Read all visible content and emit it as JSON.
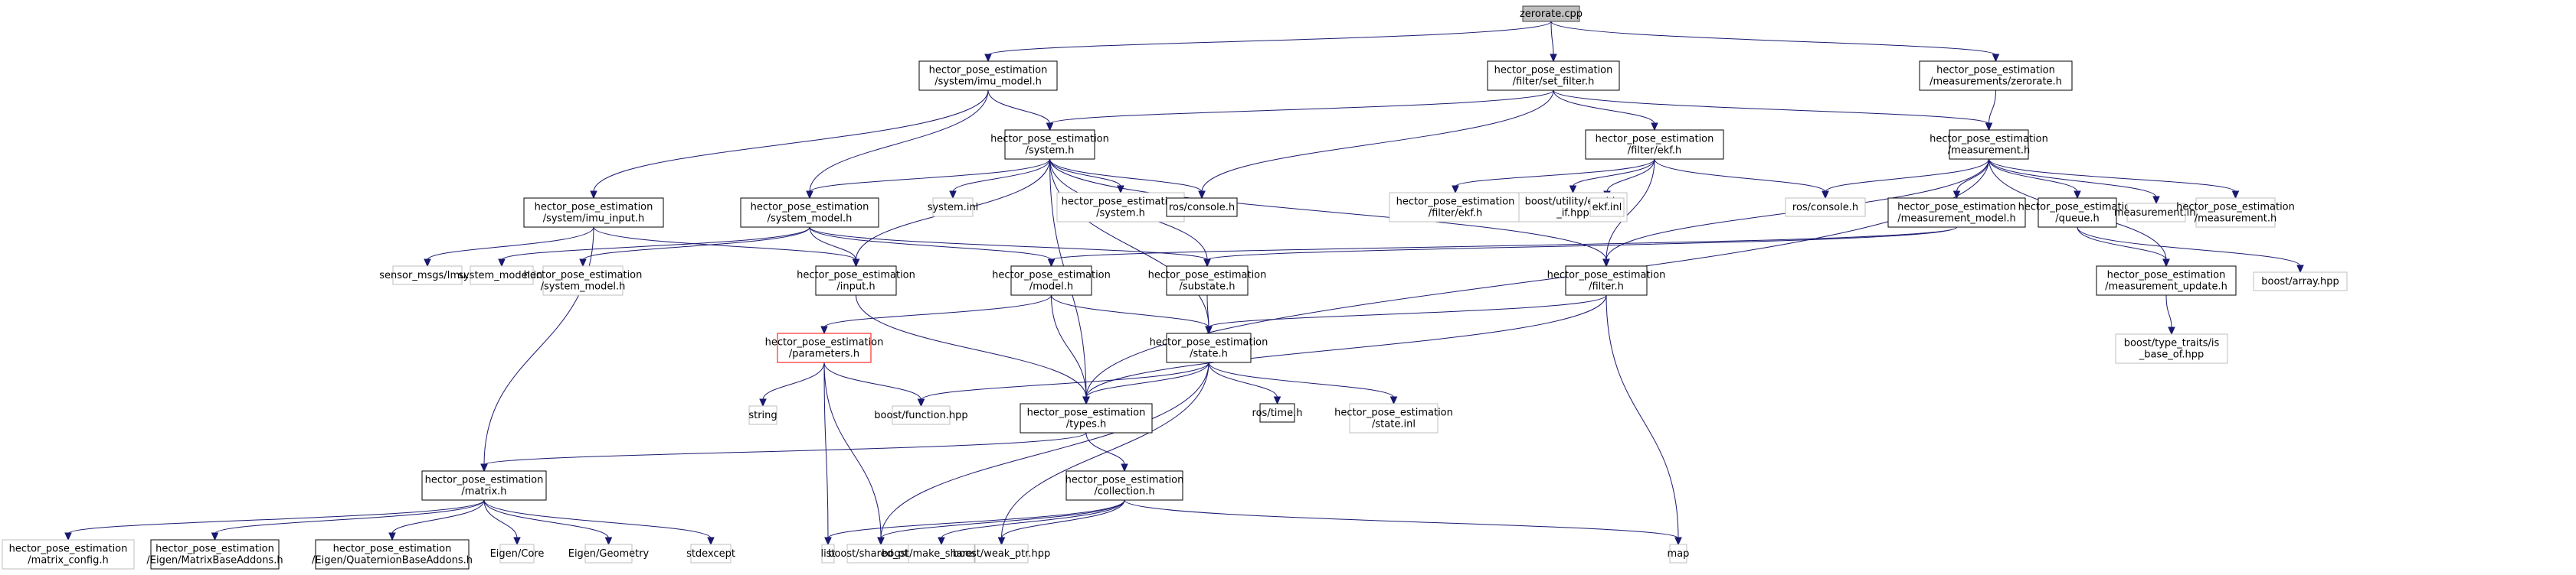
{
  "title": "zerorate.cpp include dependency graph",
  "colors": {
    "edge": "#191970",
    "root_fill": "#bfbfbf",
    "root_border": "#404040",
    "documented_border": "#000000",
    "undocumented_border": "#bfbfbf",
    "truncated_border": "#ff0000"
  },
  "nodes": [
    {
      "id": "zerorate_cpp",
      "lines": [
        "zerorate.cpp"
      ],
      "kind": "root"
    },
    {
      "id": "imu_model_h",
      "lines": [
        "hector_pose_estimation",
        "/system/imu_model.h"
      ],
      "kind": "documented"
    },
    {
      "id": "set_filter_h",
      "lines": [
        "hector_pose_estimation",
        "/filter/set_filter.h"
      ],
      "kind": "documented"
    },
    {
      "id": "meas_zerorate_h",
      "lines": [
        "hector_pose_estimation",
        "/measurements/zerorate.h"
      ],
      "kind": "documented"
    },
    {
      "id": "system_h",
      "lines": [
        "hector_pose_estimation",
        "/system.h"
      ],
      "kind": "documented"
    },
    {
      "id": "ekf_h",
      "lines": [
        "hector_pose_estimation",
        "/filter/ekf.h"
      ],
      "kind": "documented"
    },
    {
      "id": "measurement_h",
      "lines": [
        "hector_pose_estimation",
        "/measurement.h"
      ],
      "kind": "documented"
    },
    {
      "id": "imu_input_h",
      "lines": [
        "hector_pose_estimation",
        "/system/imu_input.h"
      ],
      "kind": "documented"
    },
    {
      "id": "system_model_h",
      "lines": [
        "hector_pose_estimation",
        "/system_model.h"
      ],
      "kind": "documented"
    },
    {
      "id": "system_inl",
      "lines": [
        "system.inl"
      ],
      "kind": "undocumented"
    },
    {
      "id": "system_h_ext",
      "lines": [
        "hector_pose_estimation",
        "/system.h"
      ],
      "kind": "undocumented"
    },
    {
      "id": "ros_console_1",
      "lines": [
        "ros/console.h"
      ],
      "kind": "documented"
    },
    {
      "id": "filter_ekf_h_ext",
      "lines": [
        "hector_pose_estimation",
        "/filter/ekf.h"
      ],
      "kind": "undocumented"
    },
    {
      "id": "enable_if",
      "lines": [
        "boost/utility/enable",
        "_if.hpp"
      ],
      "kind": "undocumented"
    },
    {
      "id": "ekf_inl",
      "lines": [
        "ekf.inl"
      ],
      "kind": "undocumented"
    },
    {
      "id": "ros_console_2",
      "lines": [
        "ros/console.h"
      ],
      "kind": "undocumented"
    },
    {
      "id": "measurement_model_h",
      "lines": [
        "hector_pose_estimation",
        "/measurement_model.h"
      ],
      "kind": "documented"
    },
    {
      "id": "queue_h",
      "lines": [
        "hector_pose_estimation",
        "/queue.h"
      ],
      "kind": "documented"
    },
    {
      "id": "measurement_inl",
      "lines": [
        "measurement.inl"
      ],
      "kind": "undocumented"
    },
    {
      "id": "measurement_h_ext",
      "lines": [
        "hector_pose_estimation",
        "/measurement.h"
      ],
      "kind": "undocumented"
    },
    {
      "id": "sensor_msgs_imu",
      "lines": [
        "sensor_msgs/Imu.h"
      ],
      "kind": "undocumented"
    },
    {
      "id": "system_model_inl",
      "lines": [
        "system_model.inl"
      ],
      "kind": "undocumented"
    },
    {
      "id": "system_model_h_ext",
      "lines": [
        "hector_pose_estimation",
        "/system_model.h"
      ],
      "kind": "undocumented"
    },
    {
      "id": "input_h",
      "lines": [
        "hector_pose_estimation",
        "/input.h"
      ],
      "kind": "documented"
    },
    {
      "id": "model_h",
      "lines": [
        "hector_pose_estimation",
        "/model.h"
      ],
      "kind": "documented"
    },
    {
      "id": "substate_h",
      "lines": [
        "hector_pose_estimation",
        "/substate.h"
      ],
      "kind": "documented"
    },
    {
      "id": "filter_h",
      "lines": [
        "hector_pose_estimation",
        "/filter.h"
      ],
      "kind": "documented"
    },
    {
      "id": "measurement_update_h",
      "lines": [
        "hector_pose_estimation",
        "/measurement_update.h"
      ],
      "kind": "documented"
    },
    {
      "id": "boost_array",
      "lines": [
        "boost/array.hpp"
      ],
      "kind": "undocumented"
    },
    {
      "id": "parameters_h",
      "lines": [
        "hector_pose_estimation",
        "/parameters.h"
      ],
      "kind": "truncated"
    },
    {
      "id": "state_h",
      "lines": [
        "hector_pose_estimation",
        "/state.h"
      ],
      "kind": "documented"
    },
    {
      "id": "is_base_of",
      "lines": [
        "boost/type_traits/is",
        "_base_of.hpp"
      ],
      "kind": "undocumented"
    },
    {
      "id": "string",
      "lines": [
        "string"
      ],
      "kind": "undocumented"
    },
    {
      "id": "boost_function",
      "lines": [
        "boost/function.hpp"
      ],
      "kind": "undocumented"
    },
    {
      "id": "types_h",
      "lines": [
        "hector_pose_estimation",
        "/types.h"
      ],
      "kind": "documented"
    },
    {
      "id": "ros_time",
      "lines": [
        "ros/time.h"
      ],
      "kind": "documented"
    },
    {
      "id": "state_inl",
      "lines": [
        "hector_pose_estimation",
        "/state.inl"
      ],
      "kind": "undocumented"
    },
    {
      "id": "matrix_h",
      "lines": [
        "hector_pose_estimation",
        "/matrix.h"
      ],
      "kind": "documented"
    },
    {
      "id": "collection_h",
      "lines": [
        "hector_pose_estimation",
        "/collection.h"
      ],
      "kind": "documented"
    },
    {
      "id": "matrix_config",
      "lines": [
        "hector_pose_estimation",
        "/matrix_config.h"
      ],
      "kind": "undocumented"
    },
    {
      "id": "matrix_base_addons",
      "lines": [
        "hector_pose_estimation",
        "/Eigen/MatrixBaseAddons.h"
      ],
      "kind": "documented"
    },
    {
      "id": "quat_base_addons",
      "lines": [
        "hector_pose_estimation",
        "/Eigen/QuaternionBaseAddons.h"
      ],
      "kind": "documented"
    },
    {
      "id": "eigen_core",
      "lines": [
        "Eigen/Core"
      ],
      "kind": "undocumented"
    },
    {
      "id": "eigen_geometry",
      "lines": [
        "Eigen/Geometry"
      ],
      "kind": "undocumented"
    },
    {
      "id": "stdexcept",
      "lines": [
        "stdexcept"
      ],
      "kind": "undocumented"
    },
    {
      "id": "list",
      "lines": [
        "list"
      ],
      "kind": "undocumented"
    },
    {
      "id": "shared_ptr",
      "lines": [
        "boost/shared_ptr.hpp"
      ],
      "kind": "undocumented"
    },
    {
      "id": "make_shared",
      "lines": [
        "boost/make_shared.hpp"
      ],
      "kind": "undocumented"
    },
    {
      "id": "weak_ptr",
      "lines": [
        "boost/weak_ptr.hpp"
      ],
      "kind": "undocumented"
    },
    {
      "id": "map",
      "lines": [
        "map"
      ],
      "kind": "undocumented"
    }
  ],
  "edges": [
    [
      "zerorate_cpp",
      "imu_model_h"
    ],
    [
      "zerorate_cpp",
      "set_filter_h"
    ],
    [
      "zerorate_cpp",
      "meas_zerorate_h"
    ],
    [
      "imu_model_h",
      "system_h"
    ],
    [
      "imu_model_h",
      "imu_input_h"
    ],
    [
      "imu_model_h",
      "system_model_h"
    ],
    [
      "set_filter_h",
      "system_h"
    ],
    [
      "set_filter_h",
      "ekf_h"
    ],
    [
      "set_filter_h",
      "measurement_h"
    ],
    [
      "set_filter_h",
      "ros_console_1"
    ],
    [
      "meas_zerorate_h",
      "measurement_h"
    ],
    [
      "system_h",
      "system_model_h"
    ],
    [
      "system_h",
      "system_inl"
    ],
    [
      "system_h",
      "system_h_ext"
    ],
    [
      "system_h",
      "ros_console_1"
    ],
    [
      "system_h",
      "input_h"
    ],
    [
      "system_h",
      "types_h"
    ],
    [
      "system_h",
      "state_h"
    ],
    [
      "system_h",
      "filter_h"
    ],
    [
      "system_h",
      "substate_h"
    ],
    [
      "ekf_h",
      "filter_ekf_h_ext"
    ],
    [
      "ekf_h",
      "enable_if"
    ],
    [
      "ekf_h",
      "ekf_inl"
    ],
    [
      "ekf_h",
      "ros_console_2"
    ],
    [
      "ekf_h",
      "filter_h"
    ],
    [
      "measurement_h",
      "ros_console_2"
    ],
    [
      "measurement_h",
      "measurement_model_h"
    ],
    [
      "measurement_h",
      "queue_h"
    ],
    [
      "measurement_h",
      "measurement_inl"
    ],
    [
      "measurement_h",
      "measurement_h_ext"
    ],
    [
      "measurement_h",
      "filter_h"
    ],
    [
      "measurement_h",
      "measurement_update_h"
    ],
    [
      "measurement_h",
      "types_h"
    ],
    [
      "imu_input_h",
      "sensor_msgs_imu"
    ],
    [
      "imu_input_h",
      "input_h"
    ],
    [
      "imu_input_h",
      "matrix_h"
    ],
    [
      "system_model_h",
      "system_model_inl"
    ],
    [
      "system_model_h",
      "system_model_h_ext"
    ],
    [
      "system_model_h",
      "input_h"
    ],
    [
      "system_model_h",
      "model_h"
    ],
    [
      "system_model_h",
      "substate_h"
    ],
    [
      "measurement_model_h",
      "model_h"
    ],
    [
      "measurement_model_h",
      "substate_h"
    ],
    [
      "queue_h",
      "measurement_update_h"
    ],
    [
      "queue_h",
      "boost_array"
    ],
    [
      "measurement_update_h",
      "is_base_of"
    ],
    [
      "input_h",
      "types_h"
    ],
    [
      "model_h",
      "parameters_h"
    ],
    [
      "model_h",
      "types_h"
    ],
    [
      "model_h",
      "state_h"
    ],
    [
      "substate_h",
      "state_h"
    ],
    [
      "filter_h",
      "state_h"
    ],
    [
      "filter_h",
      "types_h"
    ],
    [
      "filter_h",
      "map"
    ],
    [
      "parameters_h",
      "string"
    ],
    [
      "parameters_h",
      "boost_function"
    ],
    [
      "parameters_h",
      "list"
    ],
    [
      "parameters_h",
      "shared_ptr"
    ],
    [
      "state_h",
      "types_h"
    ],
    [
      "state_h",
      "boost_function"
    ],
    [
      "state_h",
      "ros_time"
    ],
    [
      "state_h",
      "state_inl"
    ],
    [
      "state_h",
      "shared_ptr"
    ],
    [
      "state_h",
      "weak_ptr"
    ],
    [
      "types_h",
      "matrix_h"
    ],
    [
      "types_h",
      "collection_h"
    ],
    [
      "matrix_h",
      "matrix_config"
    ],
    [
      "matrix_h",
      "matrix_base_addons"
    ],
    [
      "matrix_h",
      "quat_base_addons"
    ],
    [
      "matrix_h",
      "eigen_core"
    ],
    [
      "matrix_h",
      "eigen_geometry"
    ],
    [
      "matrix_h",
      "stdexcept"
    ],
    [
      "collection_h",
      "list"
    ],
    [
      "collection_h",
      "shared_ptr"
    ],
    [
      "collection_h",
      "make_shared"
    ],
    [
      "collection_h",
      "weak_ptr"
    ],
    [
      "collection_h",
      "map"
    ]
  ]
}
